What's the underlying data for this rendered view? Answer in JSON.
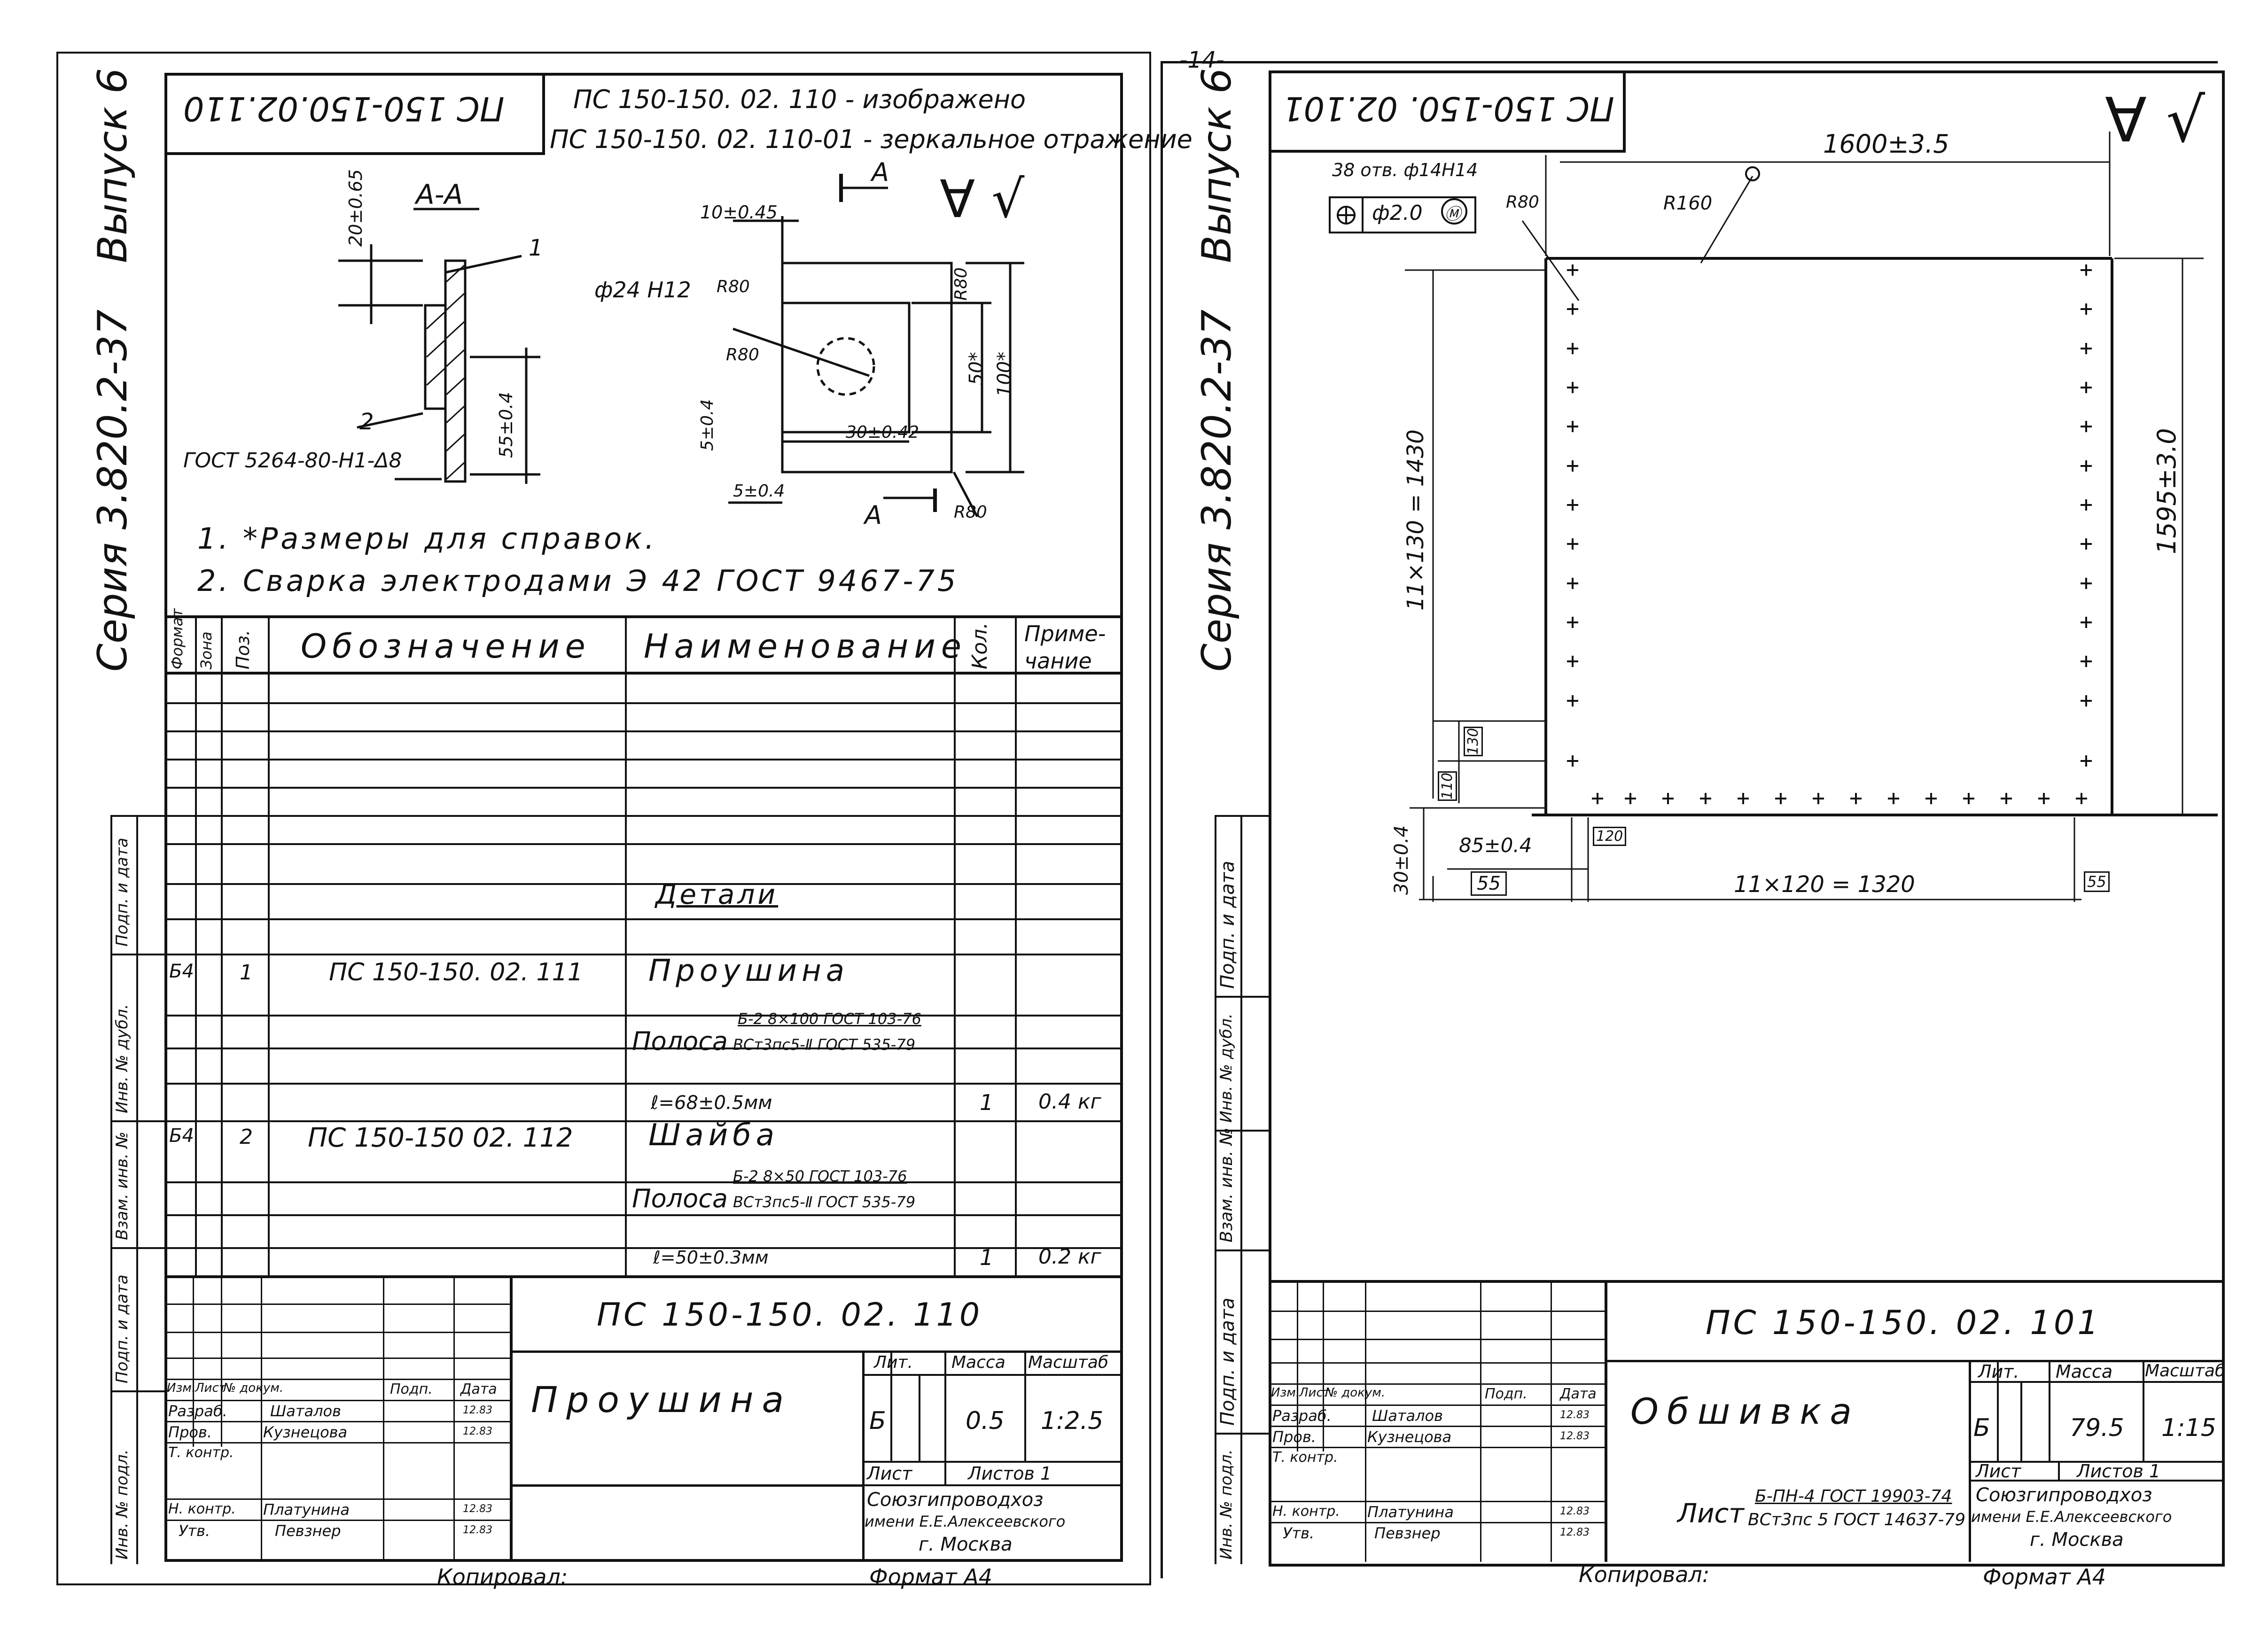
{
  "page_number": "-14-",
  "left_sheet": {
    "stamp_code": "ПС 150-150.02.110",
    "side_title": "Серия 3.820.2-37",
    "side_issue": "Выпуск 6",
    "note_drawn": "ПС 150-150. 02. 110 - изображено",
    "note_mirror": "ПС 150-150. 02. 110-01 - зеркальное отражение",
    "section_label": "А-А",
    "section_mark": "А",
    "roughness": "∀ √",
    "dims": {
      "d20": "20±0.65",
      "d55": "55±0.4",
      "d10": "10±0.45",
      "hole": "ф24 Н12",
      "r80a": "R80",
      "r80b": "R80",
      "r80c": "R80",
      "r80d": "R80",
      "d50": "50*",
      "d100": "100*",
      "d5a": "5±0.4",
      "d30": "30±0.42",
      "d5b": "5±0.4",
      "gost_weld": "ГОСТ 5264-80-Н1-Δ8",
      "pos1": "1",
      "pos2": "2"
    },
    "notes": [
      "1. *Размеры для справок.",
      "2. Сварка электродами Э 42 ГОСТ 9467-75"
    ],
    "spec_headers": {
      "format": "Формат",
      "zone": "Зона",
      "pos": "Поз.",
      "designation": "Обозначение",
      "name": "Наименование",
      "qty": "Кол.",
      "note": "Приме-чание"
    },
    "spec_rows": [
      {
        "format": "",
        "pos": "",
        "designation": "",
        "name": "Детали",
        "qty": "",
        "note": ""
      },
      {
        "format": "Б4",
        "pos": "1",
        "designation": "ПС 150-150. 02. 111",
        "name": "Проушина",
        "qty": "",
        "note": ""
      },
      {
        "format": "",
        "pos": "",
        "designation": "",
        "name": "Полоса",
        "name_top": "Б-2 8×100 ГОСТ 103-76",
        "name_bottom": "ВСт3пс5-Ⅱ ГОСТ 535-79",
        "qty": "",
        "note": ""
      },
      {
        "format": "",
        "pos": "",
        "designation": "",
        "name": "ℓ=68±0.5мм",
        "qty": "1",
        "note": "0.4 кг"
      },
      {
        "format": "Б4",
        "pos": "2",
        "designation": "ПС 150-150 02. 112",
        "name": "Шайба",
        "qty": "",
        "note": ""
      },
      {
        "format": "",
        "pos": "",
        "designation": "",
        "name": "Полоса",
        "name_top": "Б-2 8×50 ГОСТ 103-76",
        "name_bottom": "ВСт3пс5-Ⅱ ГОСТ 535-79",
        "qty": "",
        "note": ""
      },
      {
        "format": "",
        "pos": "",
        "designation": "",
        "name": "ℓ=50±0.3мм",
        "qty": "1",
        "note": "0.2 кг"
      }
    ],
    "side_strip": [
      "Инв. № подл.",
      "Подп. и дата",
      "Взам. инв. №",
      "Инв. № дубл.",
      "Подп. и дата"
    ],
    "title_block": {
      "code": "ПС 150-150. 02. 110",
      "name": "Проушина",
      "lit_label": "Лит.",
      "mass_label": "Масса",
      "scale_label": "Масштаб",
      "lit": "Б",
      "mass": "0.5",
      "scale": "1:2.5",
      "sheet_label": "Лист",
      "sheets_label": "Листов 1",
      "org": [
        "Союзгипроводхоз",
        "имени Е.Е.Алексеевского",
        "г. Москва"
      ],
      "head_row": [
        "Изм.",
        "Лист",
        "№ докум.",
        "Подп.",
        "Дата"
      ],
      "people": [
        {
          "role": "Разраб.",
          "name": "Шаталов",
          "date": "12.83"
        },
        {
          "role": "Пров.",
          "name": "Кузнецова",
          "date": "12.83"
        },
        {
          "role": "Т. контр.",
          "name": "",
          "date": ""
        },
        {
          "role": "",
          "name": "",
          "date": ""
        },
        {
          "role": "Н. контр.",
          "name": "Платунина",
          "date": "12.83"
        },
        {
          "role": "Утв.",
          "name": "Певзнер",
          "date": "12.83"
        }
      ]
    },
    "copied_by": "Копировал:",
    "format": "Формат А4"
  },
  "right_sheet": {
    "stamp_code": "ПС 150-150. 02.101",
    "side_title": "Серия 3.820.2-37",
    "side_issue": "Выпуск 6",
    "roughness": "∀ √",
    "holes_note": "38 отв. ф14Н14",
    "tolerance_frame": [
      "⊕",
      "ф2.0",
      "Ⓜ"
    ],
    "dims": {
      "width": "1600±3.5",
      "height": "1595±3.0",
      "r80": "R80",
      "r160": "R160",
      "vert_chain": "11×130 = 1430",
      "d130": "130",
      "d110": "110",
      "d30": "30±0.4",
      "d85": "85±0.4",
      "d55a": "55",
      "d120": "120",
      "horiz_chain": "11×120 = 1320",
      "d55b": "55"
    },
    "side_strip": [
      "Инв. № подл.",
      "Подп. и дата",
      "Взам. инв. №",
      "Инв. № дубл.",
      "Подп. и дата"
    ],
    "title_block": {
      "code": "ПС 150-150. 02. 101",
      "name": "Обшивка",
      "material_label": "Лист",
      "material_top": "Б-ПН-4 ГОСТ 19903-74",
      "material_bottom": "ВСт3пс 5 ГОСТ 14637-79",
      "lit_label": "Лит.",
      "mass_label": "Масса",
      "scale_label": "Масштаб",
      "lit": "Б",
      "mass": "79.5",
      "scale": "1:15",
      "sheet_label": "Лист",
      "sheets_label": "Листов 1",
      "org": [
        "Союзгипроводхоз",
        "имени Е.Е.Алексеевского",
        "г. Москва"
      ],
      "head_row": [
        "Изм.",
        "Лист",
        "№ докум.",
        "Подп.",
        "Дата"
      ],
      "people": [
        {
          "role": "Разраб.",
          "name": "Шаталов",
          "date": "12.83"
        },
        {
          "role": "Пров.",
          "name": "Кузнецова",
          "date": "12.83"
        },
        {
          "role": "Т. контр.",
          "name": "",
          "date": ""
        },
        {
          "role": "",
          "name": "",
          "date": ""
        },
        {
          "role": "Н. контр.",
          "name": "Платунина",
          "date": "12.83"
        },
        {
          "role": "Утв.",
          "name": "Певзнер",
          "date": "12.83"
        }
      ]
    },
    "copied_by": "Копировал:",
    "format": "Формат А4"
  }
}
